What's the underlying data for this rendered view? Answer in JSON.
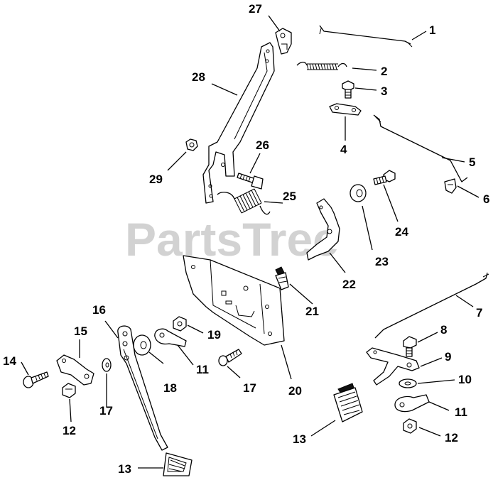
{
  "watermark": "PartsTree",
  "callouts": [
    {
      "id": "c1",
      "label": "1"
    },
    {
      "id": "c2",
      "label": "2"
    },
    {
      "id": "c3",
      "label": "3"
    },
    {
      "id": "c4",
      "label": "4"
    },
    {
      "id": "c5",
      "label": "5"
    },
    {
      "id": "c6",
      "label": "6"
    },
    {
      "id": "c7",
      "label": "7"
    },
    {
      "id": "c8",
      "label": "8"
    },
    {
      "id": "c9",
      "label": "9"
    },
    {
      "id": "c10",
      "label": "10"
    },
    {
      "id": "c11a",
      "label": "11"
    },
    {
      "id": "c11b",
      "label": "11"
    },
    {
      "id": "c12a",
      "label": "12"
    },
    {
      "id": "c12b",
      "label": "12"
    },
    {
      "id": "c13a",
      "label": "13"
    },
    {
      "id": "c13b",
      "label": "13"
    },
    {
      "id": "c14",
      "label": "14"
    },
    {
      "id": "c15",
      "label": "15"
    },
    {
      "id": "c16",
      "label": "16"
    },
    {
      "id": "c17a",
      "label": "17"
    },
    {
      "id": "c17b",
      "label": "17"
    },
    {
      "id": "c18",
      "label": "18"
    },
    {
      "id": "c19",
      "label": "19"
    },
    {
      "id": "c20",
      "label": "20"
    },
    {
      "id": "c21",
      "label": "21"
    },
    {
      "id": "c22",
      "label": "22"
    },
    {
      "id": "c23",
      "label": "23"
    },
    {
      "id": "c24",
      "label": "24"
    },
    {
      "id": "c25",
      "label": "25"
    },
    {
      "id": "c26",
      "label": "26"
    },
    {
      "id": "c27",
      "label": "27"
    },
    {
      "id": "c28",
      "label": "28"
    },
    {
      "id": "c29",
      "label": "29"
    }
  ]
}
